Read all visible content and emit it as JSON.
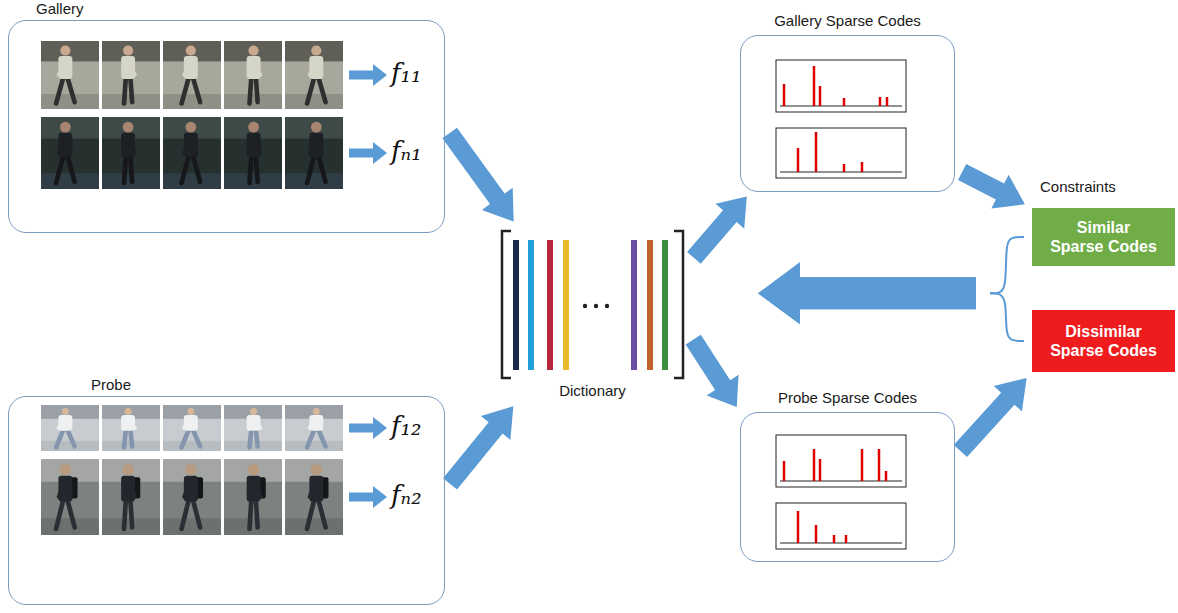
{
  "diagram": {
    "nodes": [
      {
        "text": [
          "Gallery"
        ]
      },
      {
        "text": [
          "Probe"
        ]
      },
      {
        "text": [
          "Dictionary"
        ]
      },
      {
        "text": [
          "Gallery Sparse Codes"
        ]
      },
      {
        "text": [
          "Probe Sparse Codes"
        ]
      },
      {
        "text": [
          "Similar Sparse Codes"
        ]
      },
      {
        "text": [
          "Dissimilar Sparse Codes"
        ]
      }
    ],
    "edges": [
      {
        "from": 0,
        "to": 2,
        "arrow": "to"
      },
      {
        "from": 1,
        "to": 2,
        "arrow": "to"
      },
      {
        "from": 2,
        "to": 3,
        "arrow": "to"
      },
      {
        "from": 2,
        "to": 4,
        "arrow": "to"
      },
      {
        "from": 3,
        "to": 5,
        "arrow": "to"
      },
      {
        "from": 4,
        "to": 6,
        "arrow": "to"
      },
      {
        "from": 5,
        "to": 2,
        "arrow": "to"
      },
      {
        "from": 6,
        "to": 2,
        "arrow": "to"
      }
    ],
    "labels": [
      "f₁₁",
      "fₙ₁",
      "f₁₂",
      "fₙ₂",
      "Constraints"
    ]
  }
}
